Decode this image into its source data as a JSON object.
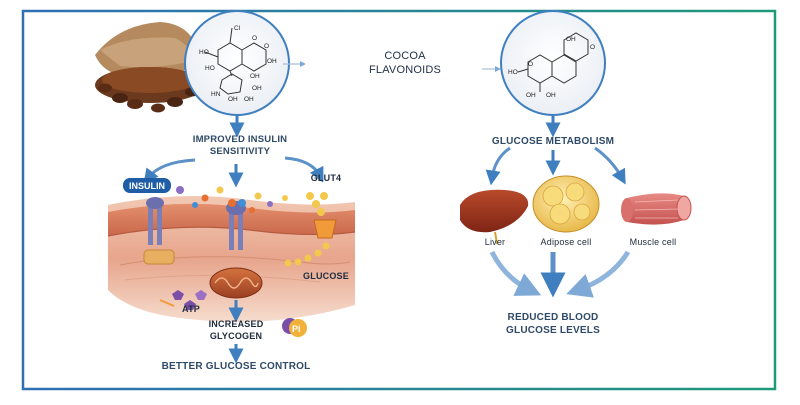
{
  "colors": {
    "frame_left": "#2f6fb5",
    "frame_right": "#1f9a78",
    "arrow_blue": "#3f7fbf",
    "heading": "#2f4a66"
  },
  "labels": {
    "cocoa_flavonoids": [
      "COCOA",
      "FLAVONOIDS"
    ],
    "improved_insulin": [
      "IMPROVED INSULIN",
      "SENSITIVITY"
    ],
    "insulin": "INSULIN",
    "glut4": "GLUT4",
    "glucose": "GLUCOSE",
    "atp": "ATP",
    "pi": "Pi",
    "increased_glycogen": [
      "INCREASED",
      "GLYCOGEN"
    ],
    "better_glucose_control": "BETTER GLUCOSE CONTROL",
    "glucose_metabolism": "GLUCOSE METABOLISM",
    "liver": "Liver",
    "adipose_cell": "Adipose cell",
    "muscle_cell": "Muscle cell",
    "reduced_blood": [
      "REDUCED BLOOD",
      "GLUCOSE LEVELS"
    ]
  },
  "molecule_left": {
    "atoms": [
      "HO",
      "Cl",
      "O",
      "O",
      "OH",
      "HO",
      "OH",
      "HN",
      "OH",
      "OH",
      "OH"
    ]
  },
  "molecule_right": {
    "atoms": [
      "OH",
      "O",
      "HO",
      "O",
      "OH",
      "OH"
    ]
  }
}
